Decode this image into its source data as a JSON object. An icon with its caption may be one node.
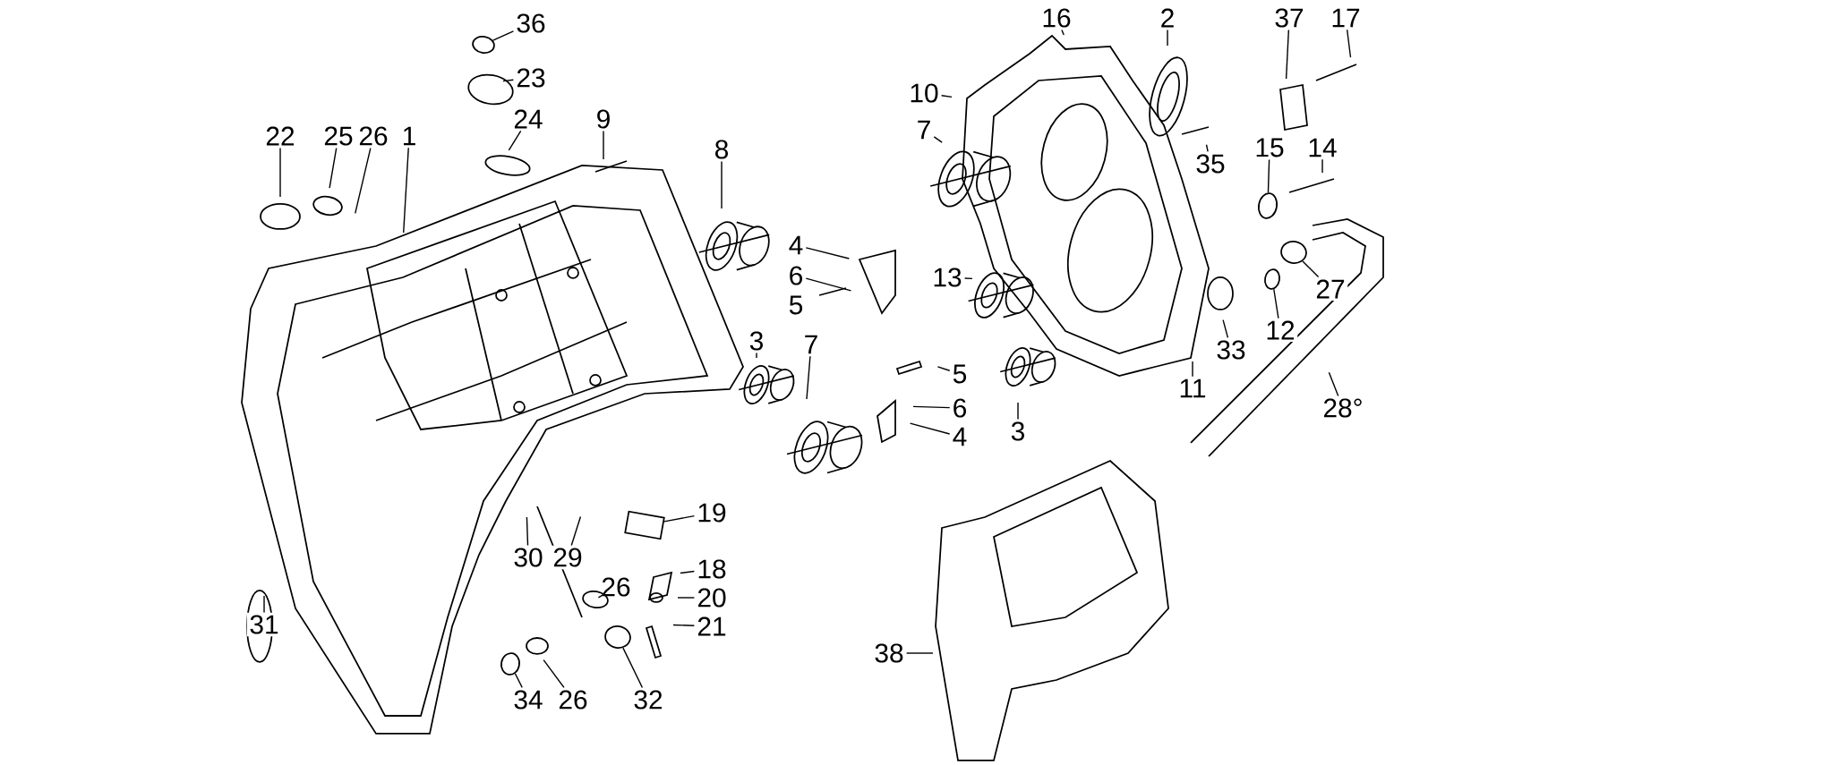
{
  "diagram": {
    "nodes": [
      {
        "text": [
          "36"
        ]
      },
      {
        "text": [
          "23"
        ]
      },
      {
        "text": [
          "24"
        ]
      },
      {
        "text": [
          "9"
        ]
      },
      {
        "text": [
          "22"
        ]
      },
      {
        "text": [
          "25"
        ]
      },
      {
        "text": [
          "26"
        ]
      },
      {
        "text": [
          "1"
        ]
      },
      {
        "text": [
          "8"
        ]
      },
      {
        "text": [
          "4"
        ]
      },
      {
        "text": [
          "6"
        ]
      },
      {
        "text": [
          "5"
        ]
      },
      {
        "text": [
          "3"
        ]
      },
      {
        "text": [
          "7"
        ]
      },
      {
        "text": [
          "10"
        ]
      },
      {
        "text": [
          "7"
        ]
      },
      {
        "text": [
          "13"
        ]
      },
      {
        "text": [
          "16"
        ]
      },
      {
        "text": [
          "2"
        ]
      },
      {
        "text": [
          "37"
        ]
      },
      {
        "text": [
          "17"
        ]
      },
      {
        "text": [
          "35"
        ]
      },
      {
        "text": [
          "15"
        ]
      },
      {
        "text": [
          "14"
        ]
      },
      {
        "text": [
          "27"
        ]
      },
      {
        "text": [
          "12"
        ]
      },
      {
        "text": [
          "33"
        ]
      },
      {
        "text": [
          "11"
        ]
      },
      {
        "text": [
          "28°"
        ]
      },
      {
        "text": [
          "5"
        ]
      },
      {
        "text": [
          "6"
        ]
      },
      {
        "text": [
          "4"
        ]
      },
      {
        "text": [
          "3"
        ]
      },
      {
        "text": [
          "19"
        ]
      },
      {
        "text": [
          "18"
        ]
      },
      {
        "text": [
          "20"
        ]
      },
      {
        "text": [
          "21"
        ]
      },
      {
        "text": [
          "26"
        ]
      },
      {
        "text": [
          "30"
        ]
      },
      {
        "text": [
          "29"
        ]
      },
      {
        "text": [
          "34"
        ]
      },
      {
        "text": [
          "26"
        ]
      },
      {
        "text": [
          "32"
        ]
      },
      {
        "text": [
          "31"
        ]
      },
      {
        "text": [
          "38"
        ]
      },
      {
        "text": [],
        "shape": "circle"
      },
      {
        "text": [],
        "shape": "circle"
      },
      {
        "text": [],
        "shape": "circle"
      },
      {
        "text": [],
        "shape": "circle"
      },
      {
        "text": [],
        "shape": "box"
      },
      {
        "text": [],
        "shape": "circle"
      },
      {
        "text": [],
        "shape": "circle"
      },
      {
        "text": [],
        "shape": "circle"
      }
    ],
    "edges": [
      {
        "from": 0,
        "to": 45,
        "arrow": "none"
      },
      {
        "from": 1,
        "to": null,
        "arrow": "none"
      },
      {
        "from": 2,
        "to": null,
        "arrow": "none"
      },
      {
        "from": 3,
        "to": null,
        "arrow": "none"
      },
      {
        "from": 4,
        "to": null,
        "arrow": "none"
      },
      {
        "from": 5,
        "to": null,
        "arrow": "none"
      },
      {
        "from": 6,
        "to": null,
        "arrow": "none"
      },
      {
        "from": 7,
        "to": null,
        "arrow": "none"
      },
      {
        "from": 8,
        "to": null,
        "arrow": "none"
      },
      {
        "from": 9,
        "to": null,
        "arrow": "none"
      },
      {
        "from": 10,
        "to": null,
        "arrow": "none"
      },
      {
        "from": 12,
        "to": null,
        "arrow": "none"
      },
      {
        "from": 13,
        "to": null,
        "arrow": "none"
      },
      {
        "from": 14,
        "to": null,
        "arrow": "none"
      },
      {
        "from": 15,
        "to": null,
        "arrow": "none"
      },
      {
        "from": 16,
        "to": null,
        "arrow": "none"
      },
      {
        "from": 17,
        "to": null,
        "arrow": "none"
      },
      {
        "from": 18,
        "to": null,
        "arrow": "none"
      },
      {
        "from": 19,
        "to": null,
        "arrow": "none"
      },
      {
        "from": 20,
        "to": null,
        "arrow": "none"
      },
      {
        "from": 21,
        "to": null,
        "arrow": "none"
      },
      {
        "from": 22,
        "to": 50,
        "arrow": "none"
      },
      {
        "from": 23,
        "to": null,
        "arrow": "none"
      },
      {
        "from": 24,
        "to": 52,
        "arrow": "none"
      },
      {
        "from": 25,
        "to": 51,
        "arrow": "none"
      },
      {
        "from": 26,
        "to": null,
        "arrow": "none"
      },
      {
        "from": 27,
        "to": null,
        "arrow": "none"
      },
      {
        "from": 28,
        "to": null,
        "arrow": "none"
      },
      {
        "from": 29,
        "to": null,
        "arrow": "none"
      },
      {
        "from": 30,
        "to": null,
        "arrow": "none"
      },
      {
        "from": 31,
        "to": null,
        "arrow": "none"
      },
      {
        "from": 32,
        "to": null,
        "arrow": "none"
      },
      {
        "from": 33,
        "to": 49,
        "arrow": "none"
      },
      {
        "from": 34,
        "to": null,
        "arrow": "none"
      },
      {
        "from": 35,
        "to": null,
        "arrow": "none"
      },
      {
        "from": 36,
        "to": null,
        "arrow": "none"
      },
      {
        "from": 37,
        "to": 47,
        "arrow": "none"
      },
      {
        "from": 38,
        "to": null,
        "arrow": "none"
      },
      {
        "from": 39,
        "to": null,
        "arrow": "none"
      },
      {
        "from": 40,
        "to": 46,
        "arrow": "none"
      },
      {
        "from": 41,
        "to": null,
        "arrow": "none"
      },
      {
        "from": 42,
        "to": 48,
        "arrow": "none"
      },
      {
        "from": 43,
        "to": null,
        "arrow": "none"
      },
      {
        "from": 44,
        "to": null,
        "arrow": "none"
      }
    ]
  }
}
